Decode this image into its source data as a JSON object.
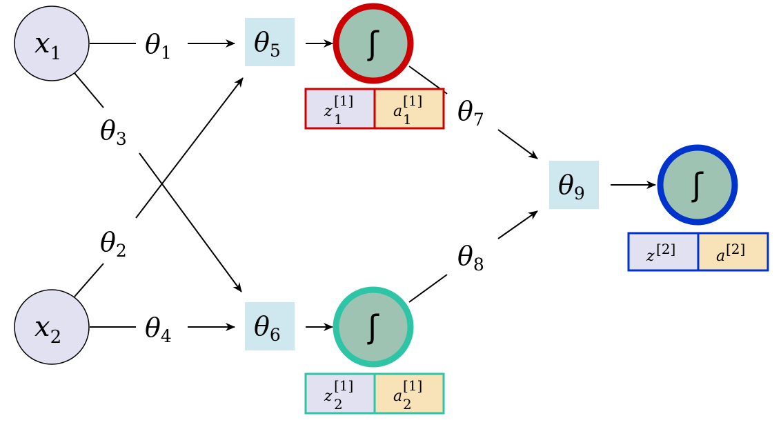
{
  "colors": {
    "input_fill": "#e2e1f1",
    "param_fill": "#cfe7ee",
    "sigmoid_fill": "#9fc3b3",
    "z_fill": "#e2e1f1",
    "a_fill": "#f8e2b8",
    "node_red": "#cc0000",
    "node_teal": "#2ec4a6",
    "node_blue": "#0033cc",
    "sigmoid_glyph": "ʃ"
  },
  "inputs": [
    {
      "var": "x",
      "sub": "1"
    },
    {
      "var": "x",
      "sub": "2"
    }
  ],
  "params": {
    "t1": {
      "var": "θ",
      "sub": "1"
    },
    "t2": {
      "var": "θ",
      "sub": "2"
    },
    "t3": {
      "var": "θ",
      "sub": "3"
    },
    "t4": {
      "var": "θ",
      "sub": "4"
    },
    "t5": {
      "var": "θ",
      "sub": "5"
    },
    "t6": {
      "var": "θ",
      "sub": "6"
    },
    "t7": {
      "var": "θ",
      "sub": "7"
    },
    "t8": {
      "var": "θ",
      "sub": "8"
    },
    "t9": {
      "var": "θ",
      "sub": "9"
    }
  },
  "activations": {
    "h1": {
      "z": "z",
      "z_sup": "[1]",
      "z_sub": "1",
      "a": "a",
      "a_sup": "[1]",
      "a_sub": "1"
    },
    "h2": {
      "z": "z",
      "z_sup": "[1]",
      "z_sub": "2",
      "a": "a",
      "a_sup": "[1]",
      "a_sub": "2"
    },
    "out": {
      "z": "z",
      "z_sup": "[2]",
      "a": "a",
      "a_sup": "[2]"
    }
  }
}
